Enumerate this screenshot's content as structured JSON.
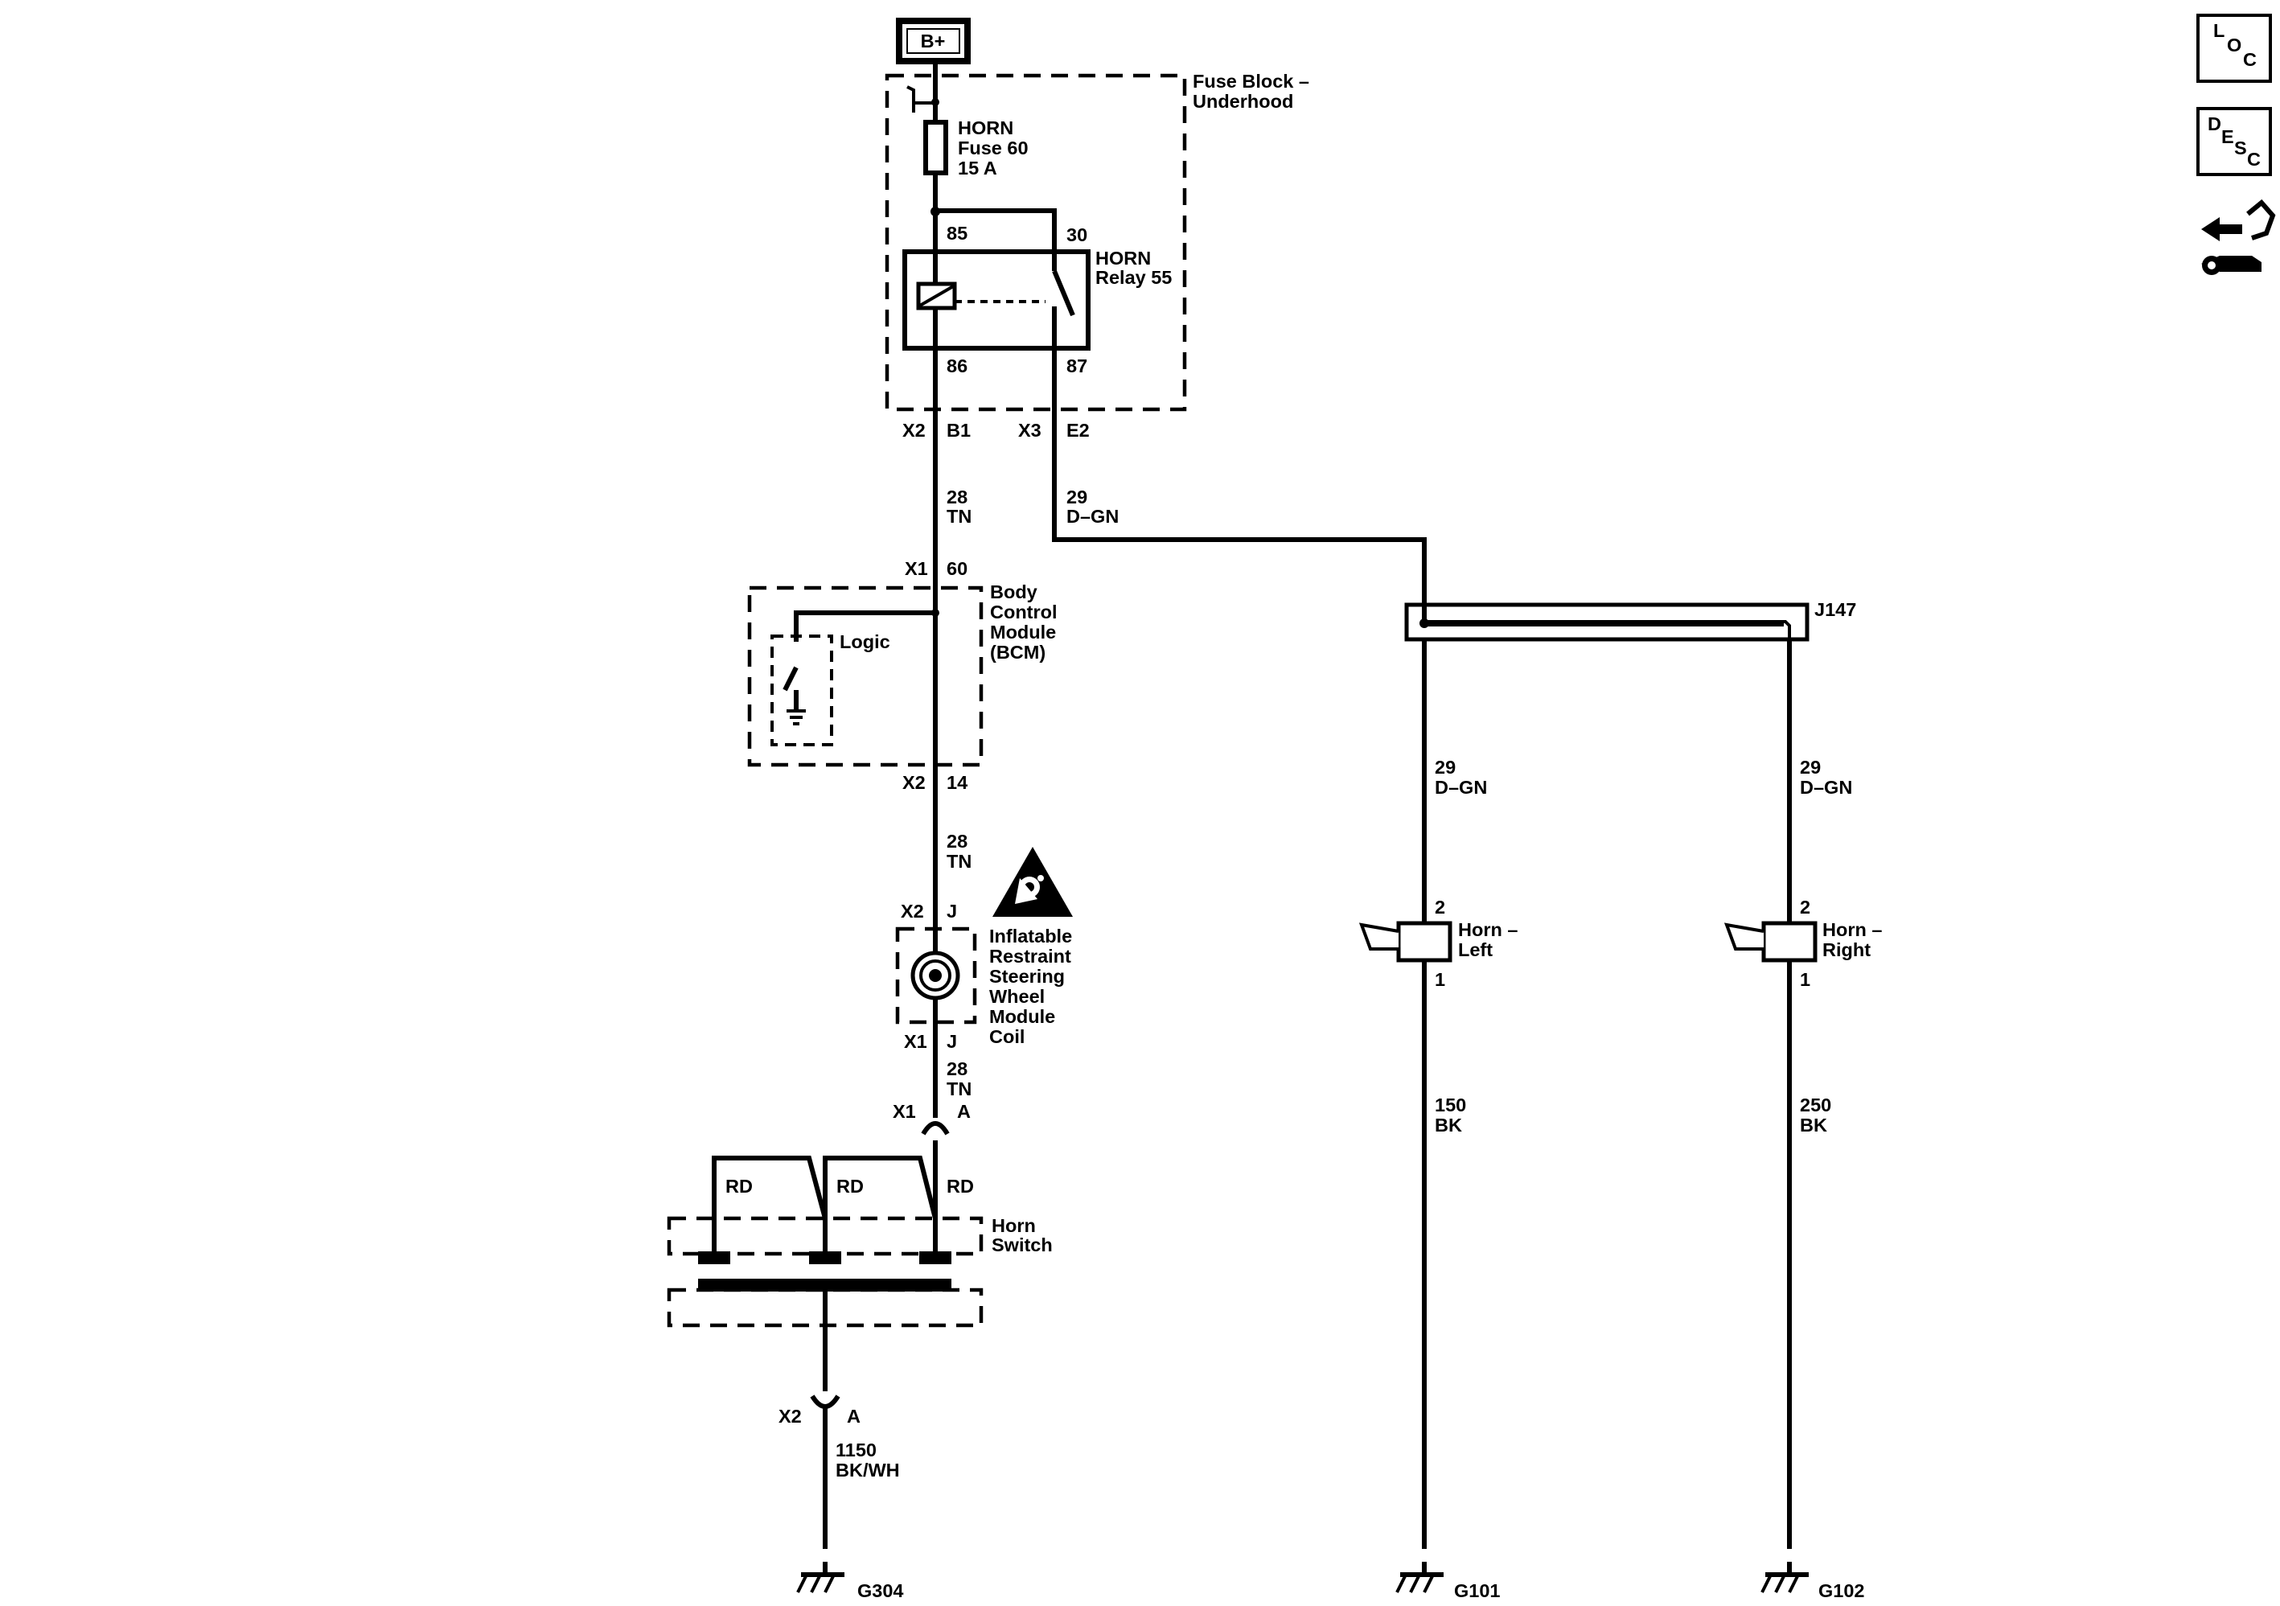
{
  "power": {
    "source": "B+"
  },
  "fuse_block": {
    "name_line1": "Fuse Block –",
    "name_line2": "Underhood"
  },
  "fuse": {
    "line1": "HORN",
    "line2": "Fuse 60",
    "line3": "15 A"
  },
  "relay": {
    "name_line1": "HORN",
    "name_line2": "Relay 55",
    "pin_85": "85",
    "pin_30": "30",
    "pin_86": "86",
    "pin_87": "87"
  },
  "connectors_top": {
    "left_conn": "X2",
    "left_pin": "B1",
    "right_conn": "X3",
    "right_pin": "E2"
  },
  "wire_tn_1": {
    "gauge": "28",
    "color": "TN"
  },
  "wire_dgn_1": {
    "gauge": "29",
    "color": "D–GN"
  },
  "bcm": {
    "name_lines": [
      "Body",
      "Control",
      "Module",
      "(BCM)"
    ],
    "logic_label": "Logic",
    "top_conn": "X1",
    "top_pin": "60",
    "bottom_conn": "X2",
    "bottom_pin": "14"
  },
  "splice": {
    "name": "J147"
  },
  "wire_tn_2": {
    "gauge": "28",
    "color": "TN"
  },
  "wire_dgn_left": {
    "gauge": "29",
    "color": "D–GN"
  },
  "wire_dgn_right": {
    "gauge": "29",
    "color": "D–GN"
  },
  "coil": {
    "name_lines": [
      "Inflatable",
      "Restraint",
      "Steering",
      "Wheel",
      "Module",
      "Coil"
    ],
    "top_conn": "X2",
    "top_pin": "J",
    "bottom_conn": "X1",
    "bottom_pin": "J"
  },
  "wire_tn_3": {
    "gauge": "28",
    "color": "TN"
  },
  "inline_conn_1": {
    "conn": "X1",
    "pin": "A"
  },
  "horn_switch": {
    "name_line1": "Horn",
    "name_line2": "Switch",
    "wire_colors": [
      "RD",
      "RD",
      "RD"
    ]
  },
  "inline_conn_2": {
    "conn": "X2",
    "pin": "A"
  },
  "wire_gnd": {
    "gauge": "1150",
    "color": "BK/WH"
  },
  "horn_left": {
    "name_line1": "Horn –",
    "name_line2": "Left",
    "pin_top": "2",
    "pin_bottom": "1"
  },
  "horn_right": {
    "name_line1": "Horn –",
    "name_line2": "Right",
    "pin_top": "2",
    "pin_bottom": "1"
  },
  "wire_bk_left": {
    "gauge": "150",
    "color": "BK"
  },
  "wire_bk_right": {
    "gauge": "250",
    "color": "BK"
  },
  "grounds": {
    "g1": "G304",
    "g2": "G101",
    "g3": "G102"
  },
  "nav_icons": {
    "loc": {
      "letters": [
        "L",
        "O",
        "C"
      ],
      "icon": "location-icon"
    },
    "desc": {
      "letters": [
        "D",
        "E",
        "S",
        "C"
      ],
      "icon": "description-icon"
    },
    "tools": {
      "icon": "diagnostic-tools-icon"
    }
  }
}
